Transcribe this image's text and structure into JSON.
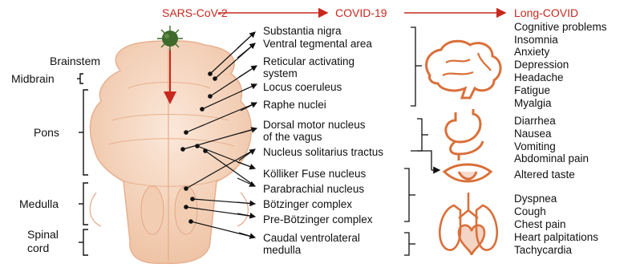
{
  "header": {
    "stages": [
      "SARS-CoV-2",
      "COVID-19",
      "Long-COVID"
    ]
  },
  "regions": {
    "brainstem": "Brainstem",
    "midbrain": "Midbrain",
    "pons": "Pons",
    "medulla": "Medulla",
    "spinal_line1": "Spinal",
    "spinal_line2": "cord"
  },
  "nuclei": [
    "Substantia nigra",
    "Ventral tegmental area",
    "Reticular activating",
    "system",
    "Locus coeruleus",
    "Raphe nuclei",
    "Dorsal motor nucleus",
    "of the vagus",
    "Nucleus solitarius tractus",
    "Kölliker Fuse nucleus",
    "Parabrachial nucleus",
    "Bötzinger complex",
    "Pre-Bötzinger complex",
    "Caudal ventrolateral",
    "medulla"
  ],
  "symptoms": {
    "brain": [
      "Cognitive problems",
      "Insomnia",
      "Anxiety",
      "Depression",
      "Headache",
      "Fatigue",
      "Myalgia"
    ],
    "gut": [
      "Diarrhea",
      "Nausea",
      "Vomiting",
      "Abdominal pain"
    ],
    "taste": [
      "Altered taste"
    ],
    "cardio": [
      "Dyspnea",
      "Cough",
      "Chest pain",
      "Heart palpitations",
      "Tachycardia"
    ]
  },
  "colors": {
    "accent": "#c8281e",
    "organ": "#d9703a",
    "tissue": "#f6d9c3",
    "virus": "#3e6b2c"
  },
  "icons": [
    "virus-icon",
    "brain-icon",
    "stomach-icon",
    "mouth-icon",
    "lungs-heart-icon"
  ]
}
